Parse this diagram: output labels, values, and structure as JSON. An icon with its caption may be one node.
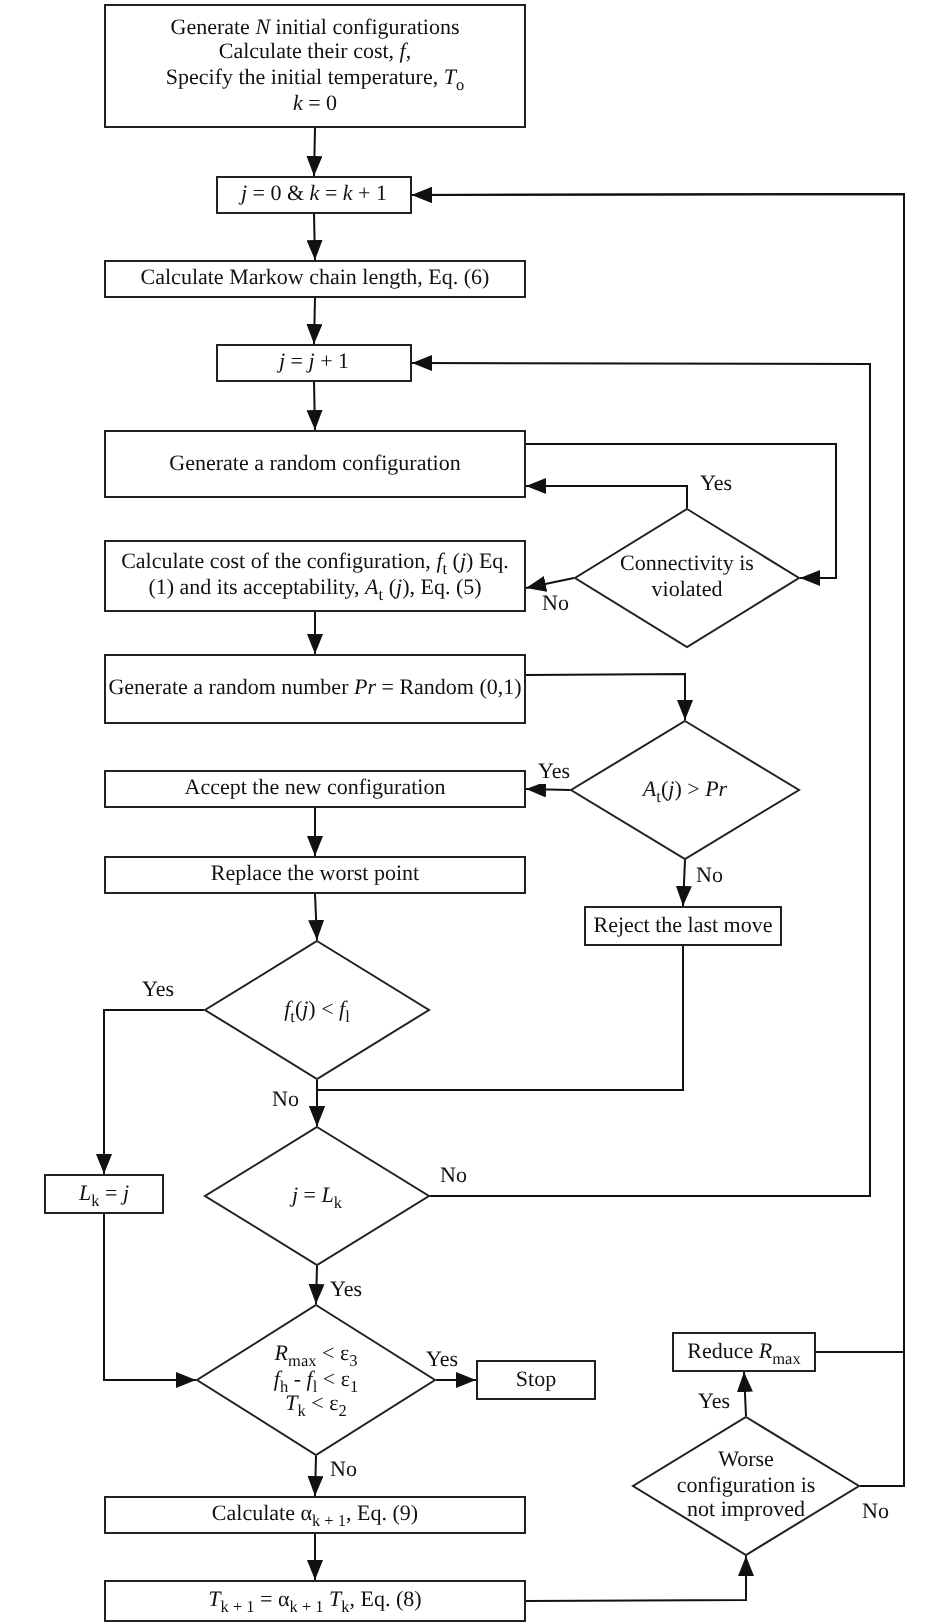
{
  "diagram": {
    "nodes": [
      {
        "text": [
          "Generate *N* initial configurations",
          "Calculate their cost, *f*,",
          "Specify the initial temperature, *T*$_{o}$",
          "*k* = 0"
        ]
      },
      {
        "text": [
          "*j* = 0 & *k* = *k* + 1"
        ]
      },
      {
        "text": [
          "Calculate Markow chain length, Eq. (6)"
        ]
      },
      {
        "text": [
          "*j* = *j* + 1"
        ]
      },
      {
        "text": [
          "Generate a random configuration"
        ]
      },
      {
        "text": [
          "Connectivity is violated"
        ]
      },
      {
        "text": [
          "Calculate cost of the configuration, *f*$_{t}$ (*j*) Eq. (1) and its acceptability, *A*$_{t}$ (*j*), Eq. (5)"
        ]
      },
      {
        "text": [
          "Generate a random number *Pr* = Random (0,1)"
        ]
      },
      {
        "text": [
          "*A*$_{t}$(*j*) > *Pr*"
        ]
      },
      {
        "text": [
          "Accept the new configuration"
        ]
      },
      {
        "text": [
          "Replace the worst point"
        ]
      },
      {
        "text": [
          "Reject the last move"
        ]
      },
      {
        "text": [
          "*f*$_{t}$(*j*) < *f*$_{l}$"
        ]
      },
      {
        "text": [
          "*j* = *L*$_{k}$"
        ]
      },
      {
        "text": [
          "*L*$_{k}$ = *j*"
        ]
      },
      {
        "text": [
          "*R*$_{max}$ < ε$_{3}$",
          "*f*$_{h}$ - *f*$_{l}$ < ε$_{1}$",
          "*T*$_{k}$ < ε$_{2}$"
        ]
      },
      {
        "text": [
          "Stop"
        ]
      },
      {
        "text": [
          "Calculate α$_{k + 1}$, Eq. (9)"
        ]
      },
      {
        "text": [
          "*T*$_{k + 1}$ = α$_{k + 1}$ *T*$_{k}$, Eq. (8)"
        ]
      },
      {
        "text": [
          "Worse configuration is not improved"
        ]
      },
      {
        "text": [
          "Reduce *R*$_{max}$"
        ]
      }
    ],
    "edges": [
      {
        "from": 0,
        "to": 1,
        "arrow": "to"
      },
      {
        "from": 1,
        "to": 2,
        "arrow": "to"
      },
      {
        "from": 2,
        "to": 3,
        "arrow": "to"
      },
      {
        "from": 3,
        "to": 4,
        "arrow": "to"
      },
      {
        "from": 4,
        "to": 5,
        "arrow": "to"
      },
      {
        "from": 5,
        "to": 4,
        "arrow": "to",
        "label": "Yes"
      },
      {
        "from": 5,
        "to": 6,
        "arrow": "to",
        "label": "No"
      },
      {
        "from": 6,
        "to": 7,
        "arrow": "to"
      },
      {
        "from": 7,
        "to": 8,
        "arrow": "to"
      },
      {
        "from": 8,
        "to": 9,
        "arrow": "to",
        "label": "Yes"
      },
      {
        "from": 8,
        "to": 11,
        "arrow": "to",
        "label": "No"
      },
      {
        "from": 9,
        "to": 10,
        "arrow": "to"
      },
      {
        "from": 10,
        "to": 12,
        "arrow": "to"
      },
      {
        "from": 12,
        "to": 14,
        "arrow": "to",
        "label": "Yes"
      },
      {
        "from": 12,
        "to": 13,
        "arrow": "to",
        "label": "No"
      },
      {
        "from": 11,
        "to": 13,
        "arrow": "to"
      },
      {
        "from": 13,
        "to": 3,
        "arrow": "to",
        "label": "No"
      },
      {
        "from": 13,
        "to": 15,
        "arrow": "to",
        "label": "Yes"
      },
      {
        "from": 14,
        "to": 15,
        "arrow": "to"
      },
      {
        "from": 15,
        "to": 16,
        "arrow": "to",
        "label": "Yes"
      },
      {
        "from": 15,
        "to": 17,
        "arrow": "to",
        "label": "No"
      },
      {
        "from": 17,
        "to": 18,
        "arrow": "to"
      },
      {
        "from": 18,
        "to": 19,
        "arrow": "to"
      },
      {
        "from": 19,
        "to": 20,
        "arrow": "to",
        "label": "Yes"
      },
      {
        "from": 19,
        "to": 1,
        "arrow": "to",
        "label": "No"
      },
      {
        "from": 20,
        "to": 1,
        "arrow": "to"
      }
    ]
  }
}
